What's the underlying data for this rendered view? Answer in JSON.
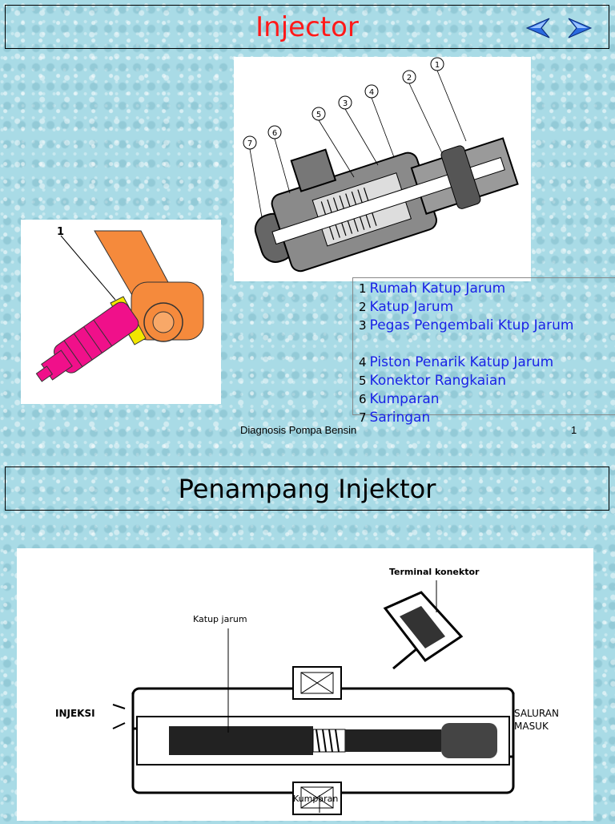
{
  "slide1": {
    "title": "Injector",
    "nav": {
      "prev": "previous-arrow",
      "next": "next-arrow"
    },
    "legend": [
      {
        "num": "1",
        "label": "Rumah Katup Jarum"
      },
      {
        "num": "2",
        "label": "Katup Jarum"
      },
      {
        "num": "3",
        "label": "Pegas Pengembali Ktup Jarum"
      },
      {
        "num": "4",
        "label": "Piston Penarik Katup Jarum"
      },
      {
        "num": "5",
        "label": "Konektor Rangkaian"
      },
      {
        "num": "6",
        "label": "Kumparan"
      },
      {
        "num": "7",
        "label": "Saringan"
      }
    ],
    "small_fig_label": "1",
    "callouts": [
      "1",
      "2",
      "3",
      "4",
      "5",
      "6",
      "7"
    ],
    "footer_text": "Diagnosis Pompa Bensin",
    "page_number": "1"
  },
  "slide2": {
    "title": "Penampang Injektor",
    "labels": {
      "terminal": "Terminal konektor",
      "katup": "Katup jarum",
      "injeksi": "INJEKSI",
      "saluran1": "SALURAN",
      "saluran2": "MASUK",
      "kumparan": "Kumparan"
    }
  },
  "colors": {
    "title_red": "#ff1a1a",
    "legend_blue": "#1a22e6",
    "nav_blue": "#2a6ae0",
    "orange": "#f58a3c",
    "magenta": "#f0108a",
    "yellow": "#f2e600"
  }
}
